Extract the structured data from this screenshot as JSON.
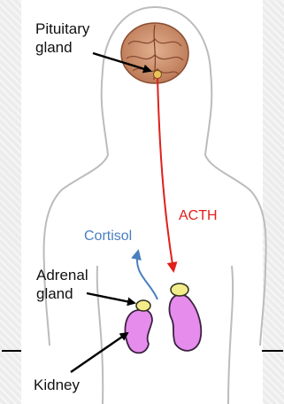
{
  "labels": {
    "pituitary": "Pituitary\ngland",
    "adrenal": "Adrenal\ngland",
    "kidney": "Kidney",
    "acth": "ACTH",
    "cortisol": "Cortisol"
  },
  "colors": {
    "acth": "#e0201b",
    "cortisol": "#4a7fbf",
    "kidney_fill": "#e68cec",
    "adrenal_fill": "#f3ec8a",
    "brain_fill": "#d69a78",
    "outline": "#bcbcbc",
    "text": "#111111"
  }
}
